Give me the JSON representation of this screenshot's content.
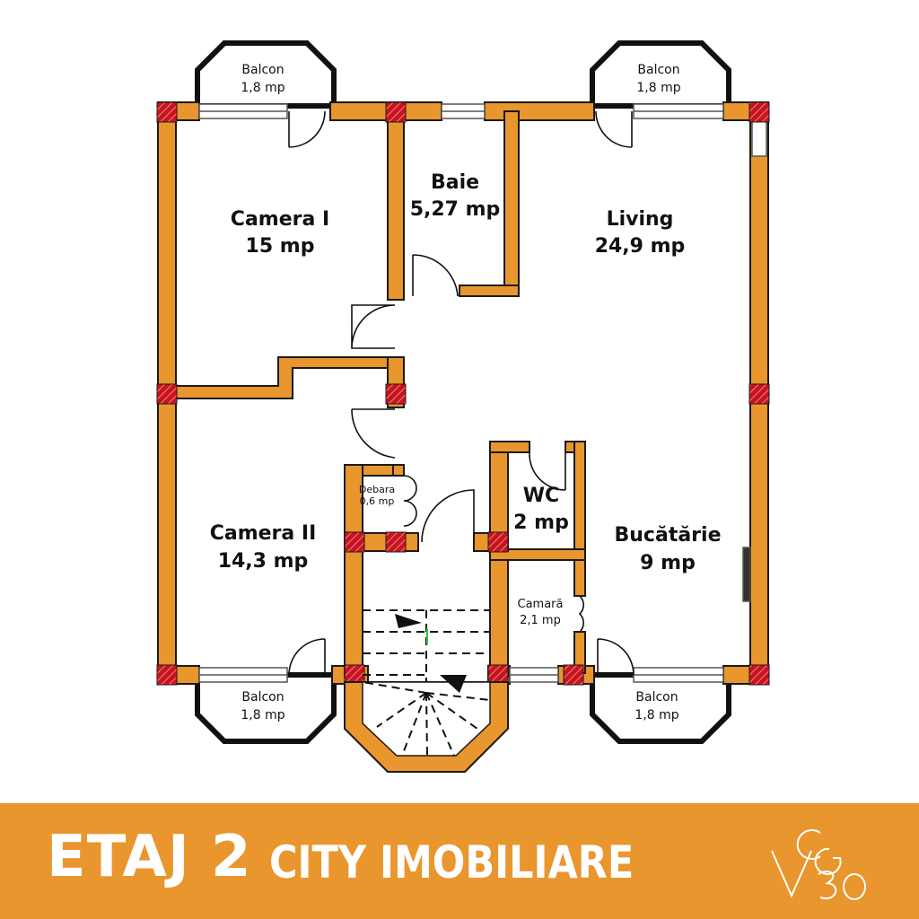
{
  "colors": {
    "wall": "#e8962d",
    "wall_outline": "#1a1a1a",
    "column": "#c8102e",
    "banner": "#e8962d",
    "banner_text": "#ffffff"
  },
  "rooms": {
    "camera1": {
      "name": "Camera I",
      "area": "15 mp"
    },
    "baie": {
      "name": "Baie",
      "area": "5,27 mp"
    },
    "living": {
      "name": "Living",
      "area": "24,9 mp"
    },
    "camera2": {
      "name": "Camera II",
      "area": "14,3 mp"
    },
    "wc": {
      "name": "WC",
      "area": "2 mp"
    },
    "bucatarie": {
      "name": "Bucătărie",
      "area": "9 mp"
    },
    "debara": {
      "name": "Debara",
      "area": "0,6 mp"
    },
    "camara": {
      "name": "Camară",
      "area": "2,1 mp"
    }
  },
  "balconies": [
    {
      "name": "Balcon",
      "area": "1,8 mp"
    },
    {
      "name": "Balcon",
      "area": "1,8 mp"
    },
    {
      "name": "Balcon",
      "area": "1,8 mp"
    },
    {
      "name": "Balcon",
      "area": "1,8 mp"
    }
  ],
  "footer": {
    "floor": "ETAJ 2",
    "brand": "CITY IMOBILIARE"
  },
  "logo": {
    "text": "CG V 30"
  }
}
